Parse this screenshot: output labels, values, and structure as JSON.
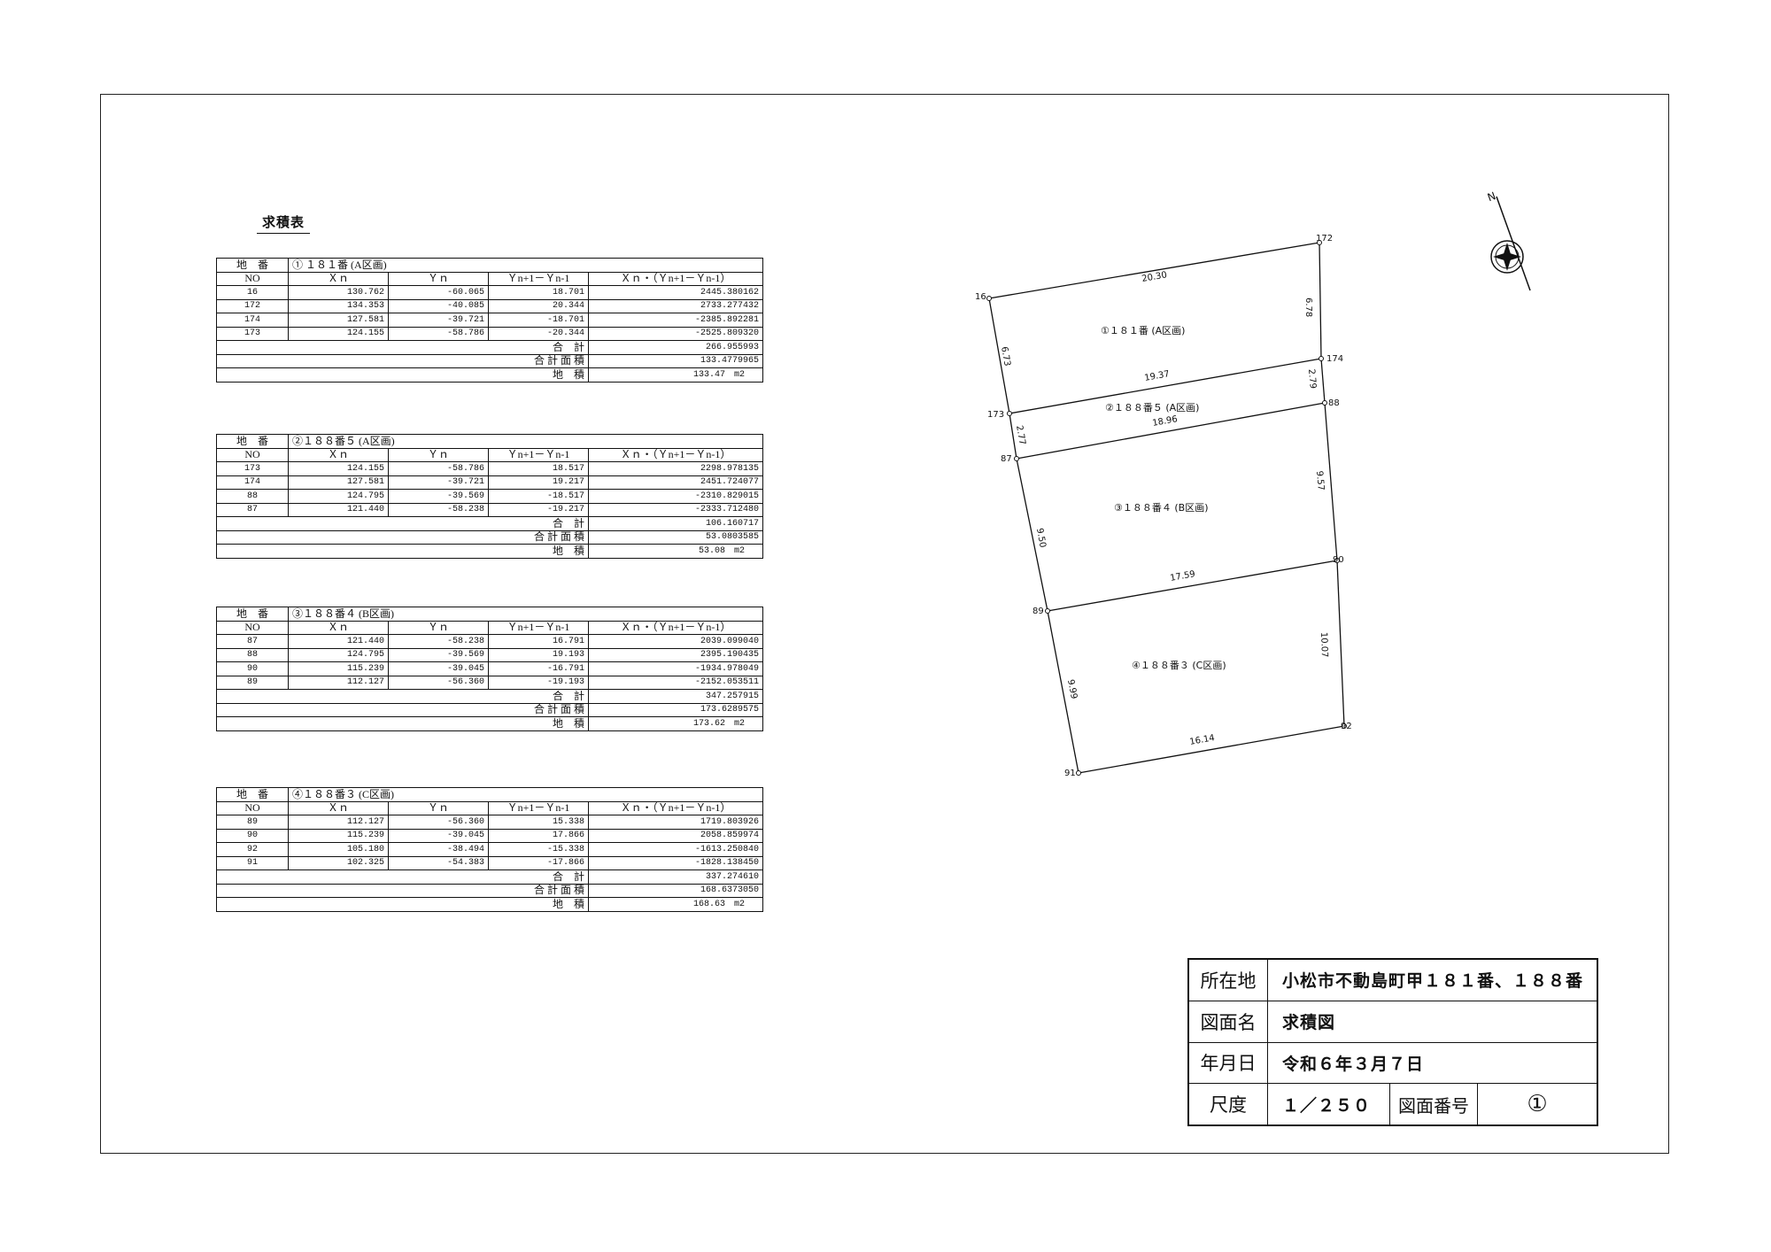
{
  "sheet_title": "求積表",
  "col_headers": {
    "lot_label": "地　番",
    "no": "NO",
    "xn": "Ｘｎ",
    "yn": "Ｙｎ",
    "diff": "Ｙn+1－Ｙn-1",
    "product": "Ｘｎ・（Ｙn+1－Ｙn-1）",
    "sum_label": "合　計",
    "area_label": "合 計 面 積",
    "lot_area_label": "地　積",
    "unit": "m2"
  },
  "tables": [
    {
      "lot": "① １８１番 (A区画)",
      "rows": [
        {
          "no": "16",
          "x": "130.762",
          "y": "-60.065",
          "d": "18.701",
          "p": "2445.380162"
        },
        {
          "no": "172",
          "x": "134.353",
          "y": "-40.085",
          "d": "20.344",
          "p": "2733.277432"
        },
        {
          "no": "174",
          "x": "127.581",
          "y": "-39.721",
          "d": "-18.701",
          "p": "-2385.892281"
        },
        {
          "no": "173",
          "x": "124.155",
          "y": "-58.786",
          "d": "-20.344",
          "p": "-2525.809320"
        }
      ],
      "sum": "266.955993",
      "area": "133.4779965",
      "lot_area": "133.47"
    },
    {
      "lot": "②１８８番５ (A区画)",
      "rows": [
        {
          "no": "173",
          "x": "124.155",
          "y": "-58.786",
          "d": "18.517",
          "p": "2298.978135"
        },
        {
          "no": "174",
          "x": "127.581",
          "y": "-39.721",
          "d": "19.217",
          "p": "2451.724077"
        },
        {
          "no": "88",
          "x": "124.795",
          "y": "-39.569",
          "d": "-18.517",
          "p": "-2310.829015"
        },
        {
          "no": "87",
          "x": "121.440",
          "y": "-58.238",
          "d": "-19.217",
          "p": "-2333.712480"
        }
      ],
      "sum": "106.160717",
      "area": "53.0803585",
      "lot_area": "53.08"
    },
    {
      "lot": "③１８８番４ (B区画)",
      "rows": [
        {
          "no": "87",
          "x": "121.440",
          "y": "-58.238",
          "d": "16.791",
          "p": "2039.099040"
        },
        {
          "no": "88",
          "x": "124.795",
          "y": "-39.569",
          "d": "19.193",
          "p": "2395.190435"
        },
        {
          "no": "90",
          "x": "115.239",
          "y": "-39.045",
          "d": "-16.791",
          "p": "-1934.978049"
        },
        {
          "no": "89",
          "x": "112.127",
          "y": "-56.360",
          "d": "-19.193",
          "p": "-2152.053511"
        }
      ],
      "sum": "347.257915",
      "area": "173.6289575",
      "lot_area": "173.62"
    },
    {
      "lot": "④１８８番３ (C区画)",
      "rows": [
        {
          "no": "89",
          "x": "112.127",
          "y": "-56.360",
          "d": "15.338",
          "p": "1719.803926"
        },
        {
          "no": "90",
          "x": "115.239",
          "y": "-39.045",
          "d": "17.866",
          "p": "2058.859974"
        },
        {
          "no": "92",
          "x": "105.180",
          "y": "-38.494",
          "d": "-15.338",
          "p": "-1613.250840"
        },
        {
          "no": "91",
          "x": "102.325",
          "y": "-54.383",
          "d": "-17.866",
          "p": "-1828.138450"
        }
      ],
      "sum": "337.274610",
      "area": "168.6373050",
      "lot_area": "168.63"
    }
  ],
  "plot": {
    "point_labels": {
      "p16": "16",
      "p172": "172",
      "p174": "174",
      "p173": "173",
      "p88": "88",
      "p87": "87",
      "p90": "90",
      "p89": "89",
      "p92": "92",
      "p91": "91"
    },
    "distances": {
      "d16_172": "20.30",
      "d172_174": "6.78",
      "d16_173": "6.73",
      "d173_174": "19.37",
      "d174_88": "2.79",
      "d173_87": "2.77",
      "d87_88": "18.96",
      "d88_90": "9.57",
      "d87_89": "9.50",
      "d89_90": "17.59",
      "d90_92": "10.07",
      "d89_91": "9.99",
      "d91_92": "16.14"
    },
    "parcel_labels": {
      "a": "①１８１番 (A区画)",
      "b": "②１８８番５ (A区画)",
      "c": "③１８８番４ (B区画)",
      "d": "④１８８番３ (C区画)"
    },
    "north_label": "N"
  },
  "info": {
    "location_label": "所在地",
    "location": "小松市不動島町甲１８１番、１８８番",
    "drawing_name_label": "図面名",
    "drawing_name": "求積図",
    "date_label": "年月日",
    "date": "令和６年３月７日",
    "scale_label": "尺度",
    "scale": "１／２５０",
    "drawing_no_label": "図面番号",
    "drawing_no": "①"
  }
}
